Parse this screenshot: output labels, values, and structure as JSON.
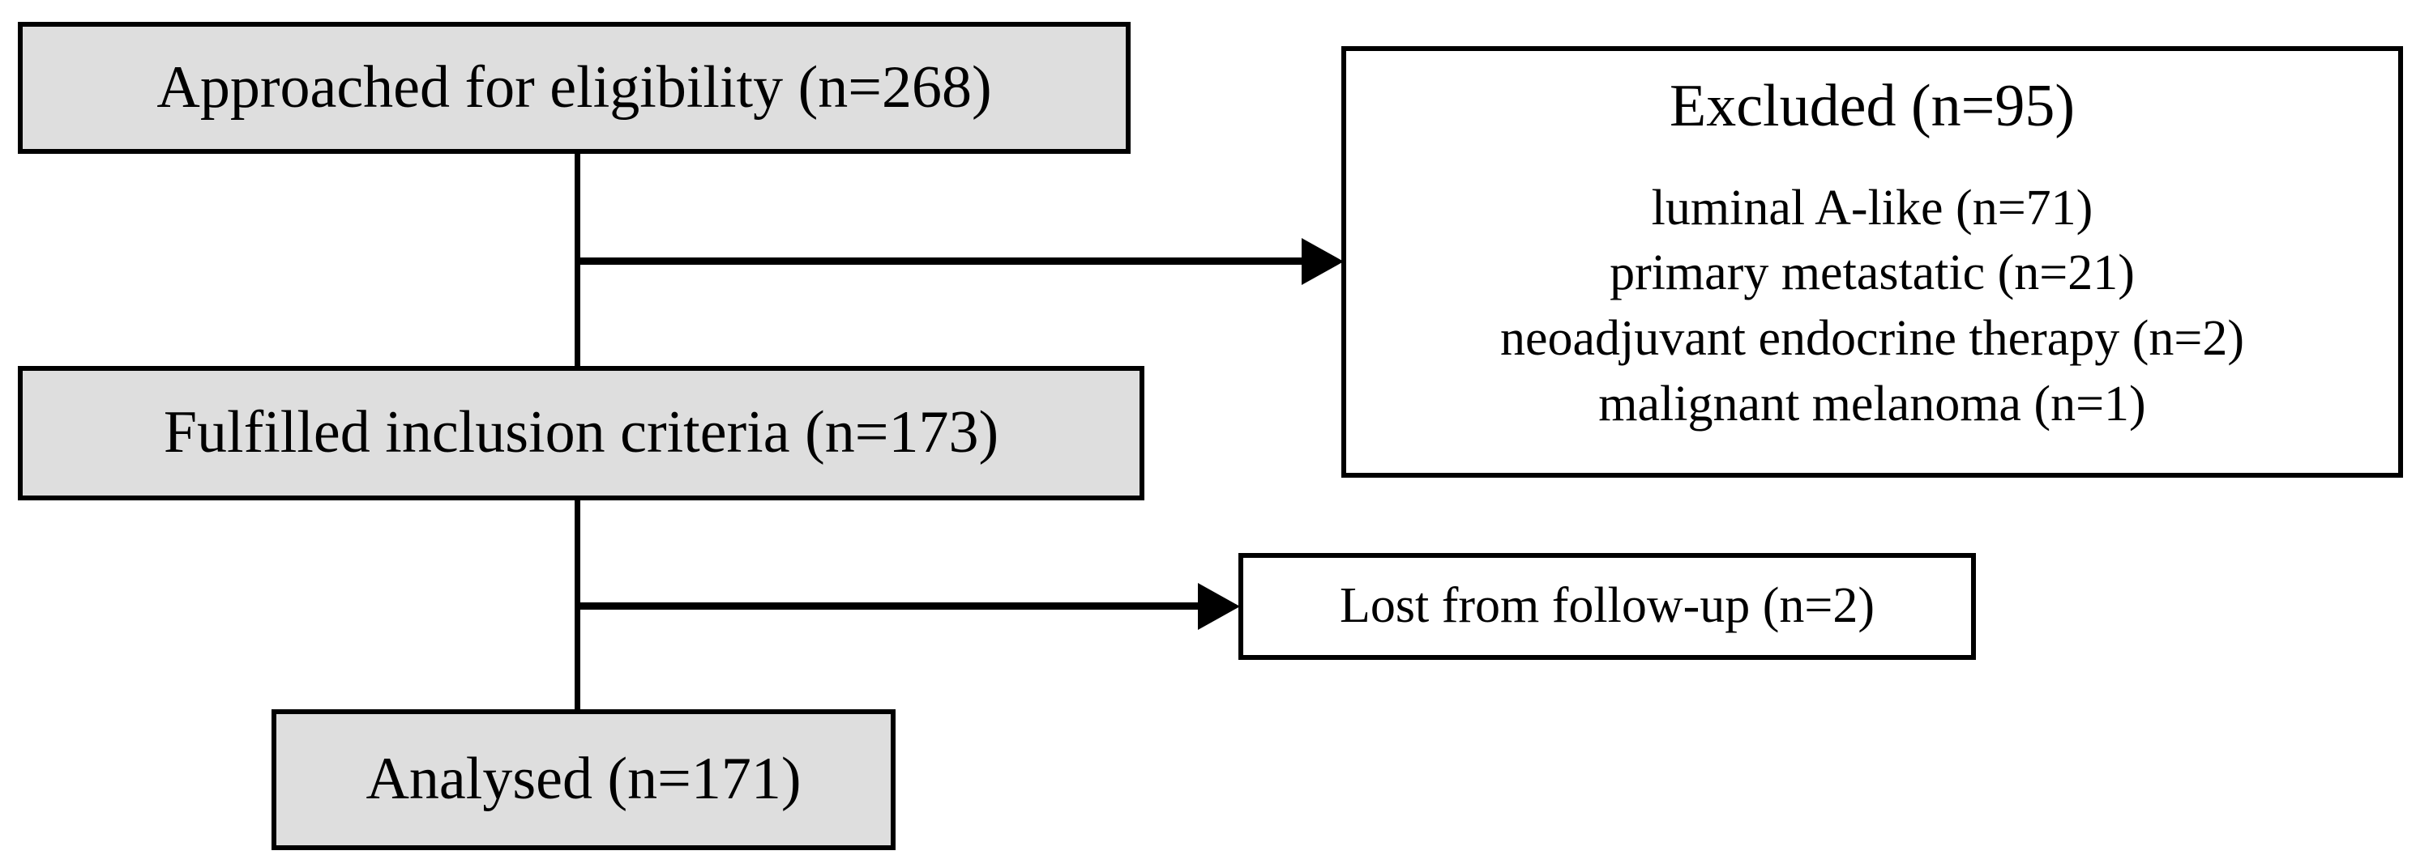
{
  "diagram": {
    "type": "study-flow-chart",
    "colors": {
      "node_fill": "#dedede",
      "node_fill_plain": "#ffffff",
      "border": "#000000",
      "connector": "#000000",
      "background": "#ffffff"
    },
    "nodes": {
      "approached": {
        "label": "Approached for eligibility (n=268)",
        "n": 268
      },
      "fulfilled": {
        "label": "Fulfilled inclusion criteria (n=173)",
        "n": 173
      },
      "analysed": {
        "label": "Analysed (n=171)",
        "n": 171
      },
      "excluded": {
        "title": "Excluded (n=95)",
        "n": 95,
        "reasons": [
          {
            "label": "luminal A-like (n=71)",
            "n": 71
          },
          {
            "label": "primary metastatic (n=21)",
            "n": 21
          },
          {
            "label": "neoadjuvant endocrine therapy (n=2)",
            "n": 2
          },
          {
            "label": "malignant melanoma (n=1)",
            "n": 1
          }
        ]
      },
      "lost": {
        "label": "Lost from follow-up (n=2)",
        "n": 2
      }
    },
    "edges": [
      {
        "from": "approached",
        "to": "excluded",
        "arrow": true
      },
      {
        "from": "approached",
        "to": "fulfilled",
        "arrow": false
      },
      {
        "from": "fulfilled",
        "to": "lost",
        "arrow": true
      },
      {
        "from": "fulfilled",
        "to": "analysed",
        "arrow": false
      }
    ]
  }
}
